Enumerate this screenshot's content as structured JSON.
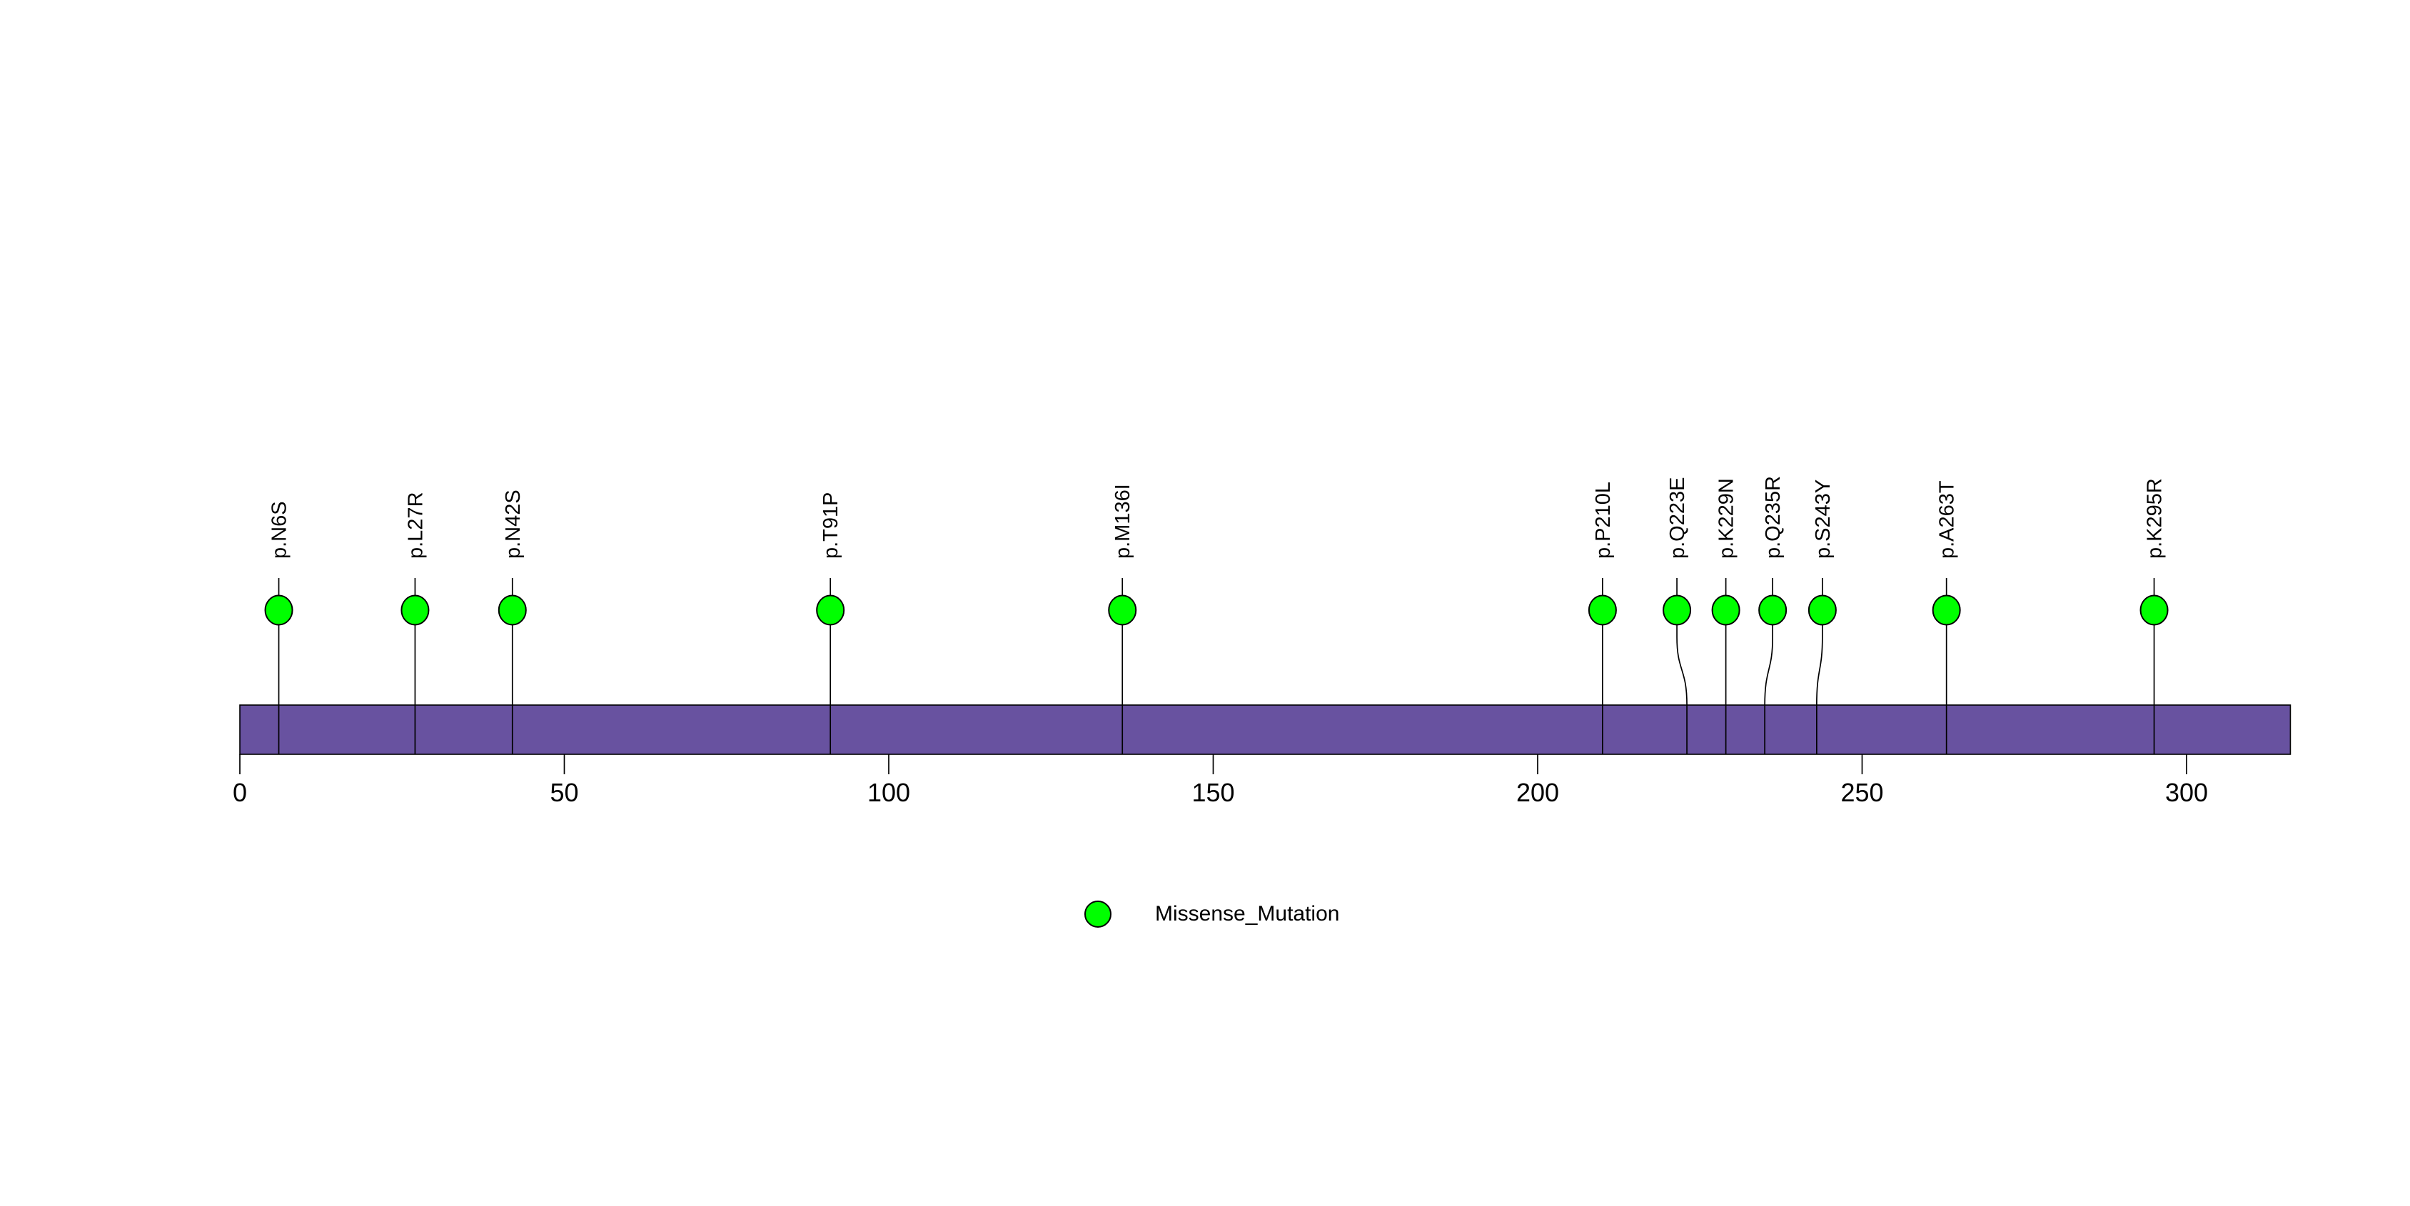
{
  "chart_data": {
    "type": "scatter",
    "subtype": "protein-lollipop-mutation-plot",
    "title": "",
    "xlabel": "",
    "ylabel": "",
    "xlim": [
      0,
      316
    ],
    "x_ticks": [
      "0",
      "50",
      "100",
      "150",
      "200",
      "250",
      "300"
    ],
    "grid": false,
    "legend_position": "bottom-center",
    "protein_bar": {
      "start": 0,
      "end": 316,
      "color": "#6852a0",
      "border_color": "#000000"
    },
    "series": [
      {
        "name": "Missense_Mutation",
        "marker": "circle",
        "marker_color": "#00ff00",
        "marker_border_color": "#000000",
        "points": [
          {
            "label": "p.N6S",
            "x": 6
          },
          {
            "label": "p.L27R",
            "x": 27
          },
          {
            "label": "p.N42S",
            "x": 42
          },
          {
            "label": "p.T91P",
            "x": 91
          },
          {
            "label": "p.M136I",
            "x": 136
          },
          {
            "label": "p.P210L",
            "x": 210
          },
          {
            "label": "p.Q223E",
            "x": 223
          },
          {
            "label": "p.K229N",
            "x": 229
          },
          {
            "label": "p.Q235R",
            "x": 235
          },
          {
            "label": "p.S243Y",
            "x": 243
          },
          {
            "label": "p.A263T",
            "x": 263
          },
          {
            "label": "p.K295R",
            "x": 295
          }
        ]
      }
    ]
  },
  "legend": {
    "items": [
      {
        "label": "Missense_Mutation",
        "color": "#00ff00"
      }
    ]
  },
  "colors": {
    "background": "#ffffff",
    "stem": "#000000",
    "text": "#000000",
    "axis": "#000000"
  }
}
